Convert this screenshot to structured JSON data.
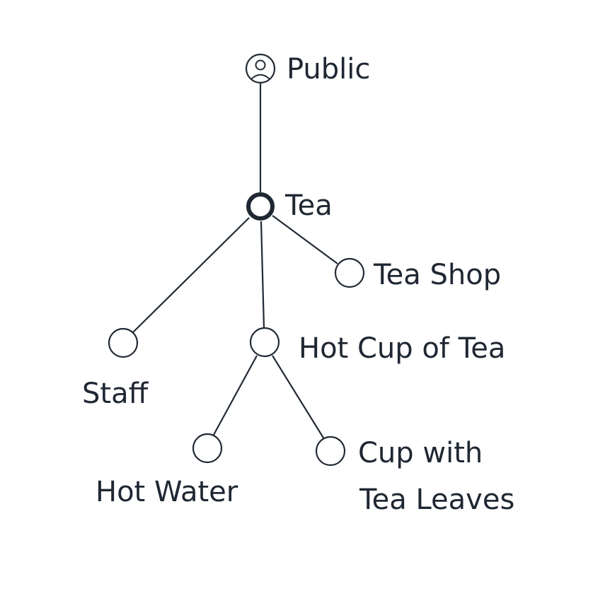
{
  "diagram": {
    "nodes": {
      "public": {
        "label": "Public",
        "icon": "user-circle-icon"
      },
      "tea": {
        "label": "Tea"
      },
      "tea_shop": {
        "label": "Tea Shop"
      },
      "staff": {
        "label": "Staff"
      },
      "hot_cup": {
        "label": "Hot Cup of Tea"
      },
      "hot_water": {
        "label": "Hot Water"
      },
      "cup_leaves": {
        "label_line1": "Cup with",
        "label_line2": "Tea Leaves"
      }
    },
    "edges": [
      [
        "public",
        "tea"
      ],
      [
        "tea",
        "staff"
      ],
      [
        "tea",
        "hot_cup"
      ],
      [
        "tea",
        "tea_shop"
      ],
      [
        "hot_cup",
        "hot_water"
      ],
      [
        "hot_cup",
        "cup_leaves"
      ]
    ],
    "colors": {
      "stroke": "#222a35",
      "text": "#1f2733",
      "background": "#ffffff"
    }
  }
}
